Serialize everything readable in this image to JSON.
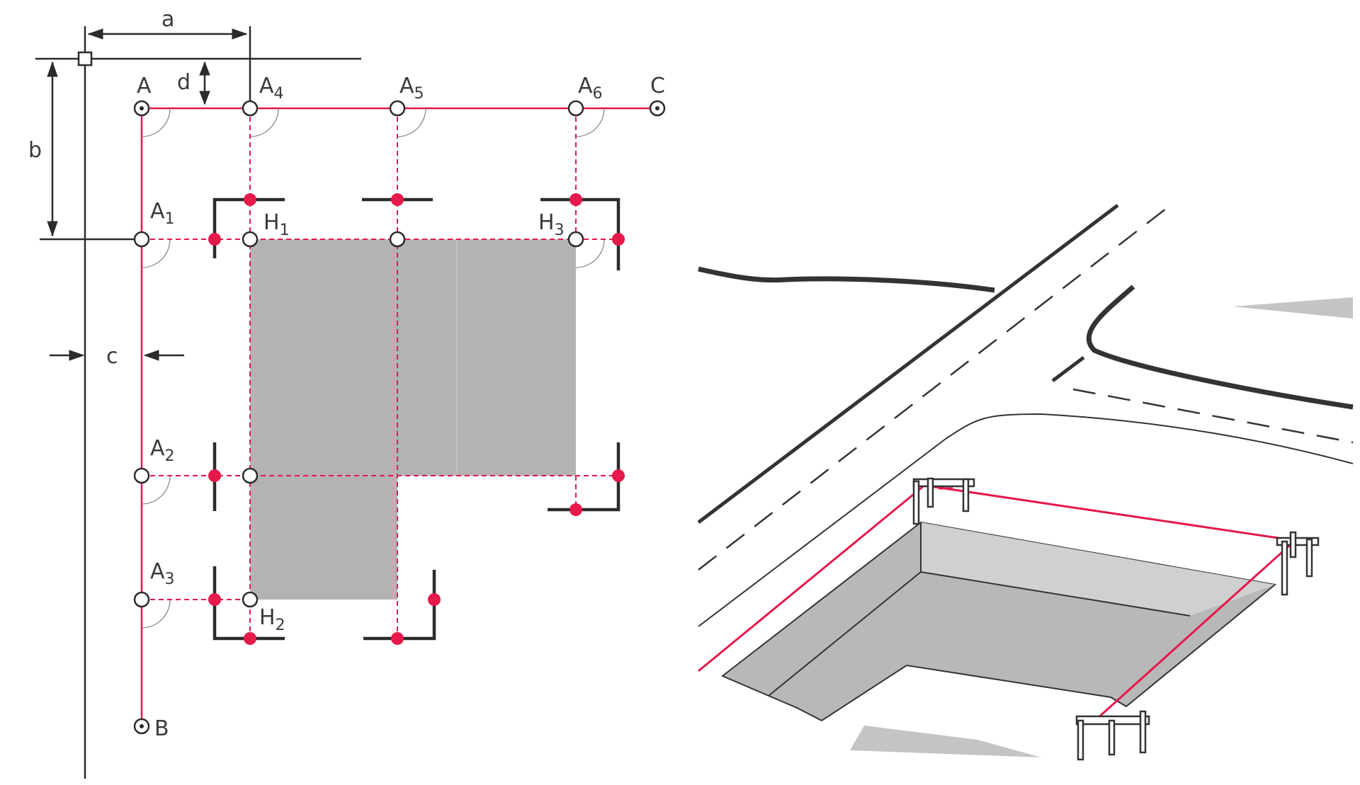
{
  "plan": {
    "dimensions": {
      "a": "a",
      "b": "b",
      "c": "c",
      "d": "d"
    },
    "points": {
      "A": "A",
      "B": "B",
      "C": "C",
      "A1": {
        "base": "A",
        "sub": "1"
      },
      "A2": {
        "base": "A",
        "sub": "2"
      },
      "A3": {
        "base": "A",
        "sub": "3"
      },
      "A4": {
        "base": "A",
        "sub": "4"
      },
      "A5": {
        "base": "A",
        "sub": "5"
      },
      "A6": {
        "base": "A",
        "sub": "6"
      },
      "H1": {
        "base": "H",
        "sub": "1"
      },
      "H2": {
        "base": "H",
        "sub": "2"
      },
      "H3": {
        "base": "H",
        "sub": "3"
      }
    }
  },
  "colors": {
    "accent": "#e5194a",
    "line": "#2b2b2b",
    "building": "#b3b3b3",
    "background": "#ffffff"
  },
  "perspective": {
    "description_icons": [
      "batter-board",
      "string-line",
      "excavation-pit",
      "road"
    ]
  }
}
